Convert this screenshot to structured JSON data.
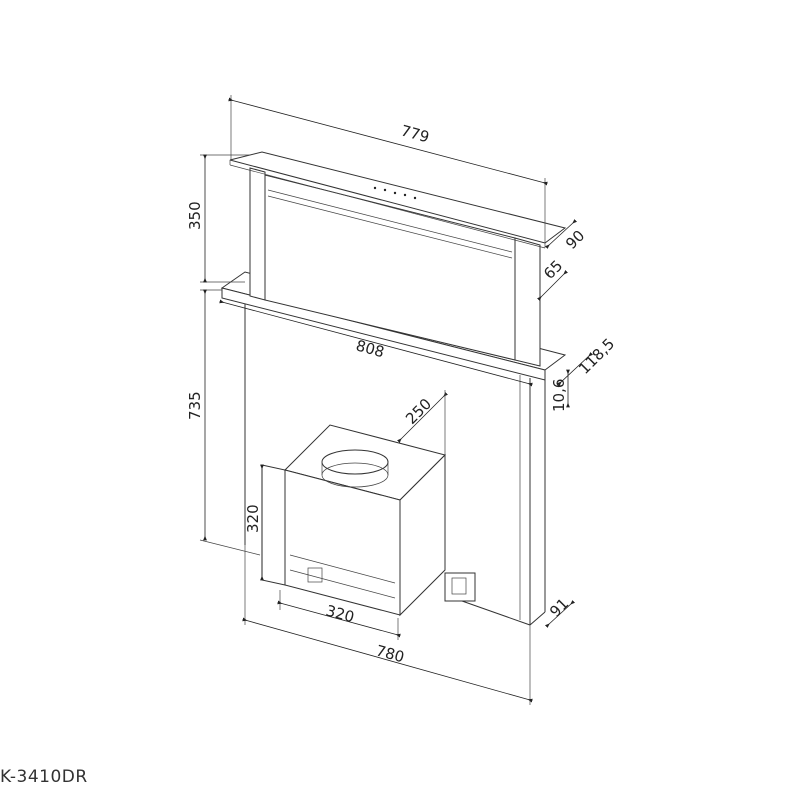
{
  "model": "K-3410DR",
  "dimensions": {
    "overall_top_width": "779",
    "upper_height": "350",
    "lid_depth": "90",
    "body_depth": "65",
    "counter_width": "808",
    "flange_depth": "118,5",
    "flange_thickness": "10,6",
    "lower_height": "735",
    "motor_depth": "250",
    "motor_height": "320",
    "motor_width": "320",
    "lower_width": "780",
    "bottom_depth": "91"
  }
}
